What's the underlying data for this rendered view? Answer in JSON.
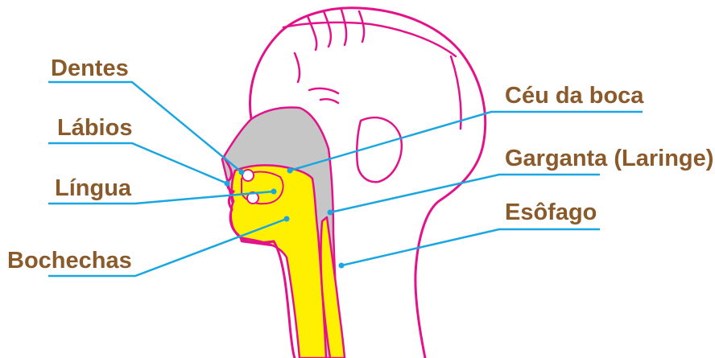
{
  "colors": {
    "label_text": "#8a5a2b",
    "leader_line": "#1aa6e0",
    "outline": "#e4128a",
    "tract_fill": "#ffef00",
    "cavity_fill": "#c6c6c6",
    "background": "#ffffff"
  },
  "labels": {
    "dentes": "Dentes",
    "labios": "Lábios",
    "lingua": "Língua",
    "bochechas": "Bochechas",
    "ceu_da_boca": "Céu da boca",
    "garganta": "Garganta (Laringe)",
    "esofago": "Esôfago"
  }
}
